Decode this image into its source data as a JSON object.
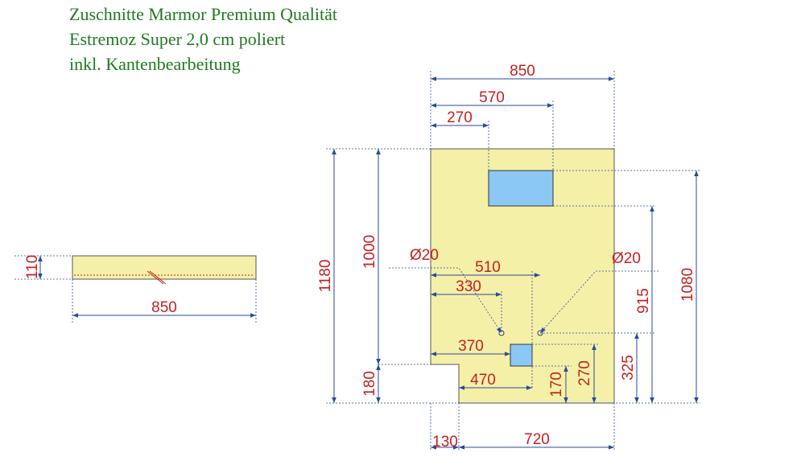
{
  "title_lines": [
    "Zuschnitte Marmor Premium Qualität",
    "Estremoz Super 2,0 cm poliert",
    "inkl. Kantenbearbeitung"
  ],
  "colors": {
    "title_text": "#1f7a1f",
    "slab_fill": "#f5f0a8",
    "slab_stroke": "#555555",
    "cutout_fill": "#8cc8f5",
    "dim_line": "#2a4a9a",
    "dim_text": "#c42020",
    "edge_marker": "#c42020"
  },
  "side_strip": {
    "width_label": "850",
    "height_label": "110"
  },
  "plan_dimensions": {
    "overall_width": "850",
    "sink_right_x": "570",
    "sink_left_x": "270",
    "overall_height_left": "1180",
    "main_depth": "1000",
    "notch_height": "180",
    "hole_left_diameter": "Ø20",
    "hole_right_diameter": "Ø20",
    "hole_right_x": "510",
    "hole_left_x": "330",
    "small_cutout_right_x": "370",
    "small_cutout_left_x": "470",
    "small_cutout_bottom_y": "170",
    "small_cutout_top_y": "270",
    "holes_y": "325",
    "sink_bottom_y": "915",
    "overall_height_right": "1080",
    "notch_width": "130",
    "bottom_width": "720"
  }
}
